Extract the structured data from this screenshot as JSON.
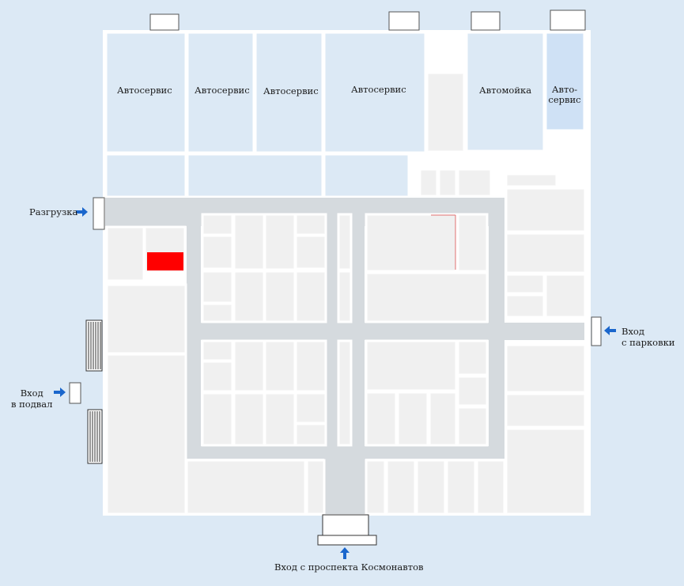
{
  "rooms": {
    "autoservice_1": "Автосервис",
    "autoservice_2": "Автосервис",
    "autoservice_3": "Автосервис",
    "autoservice_4": "Автосервис",
    "carwash": "Автомойка",
    "autoservice_5_line1": "Авто-",
    "autoservice_5_line2": "сервис"
  },
  "entrances": {
    "unloading": "Разгрузка",
    "parking_line1": "Вход",
    "parking_line2": "с парковки",
    "basement_line1": "Вход",
    "basement_line2": "в подвал",
    "main": "Вход с проспекта Космонавтов"
  },
  "colors": {
    "background": "#dce9f5",
    "room": "#f0f0f0",
    "corridor": "#d5dade",
    "highlight": "#ff0000",
    "arrow": "#1a66cc"
  }
}
